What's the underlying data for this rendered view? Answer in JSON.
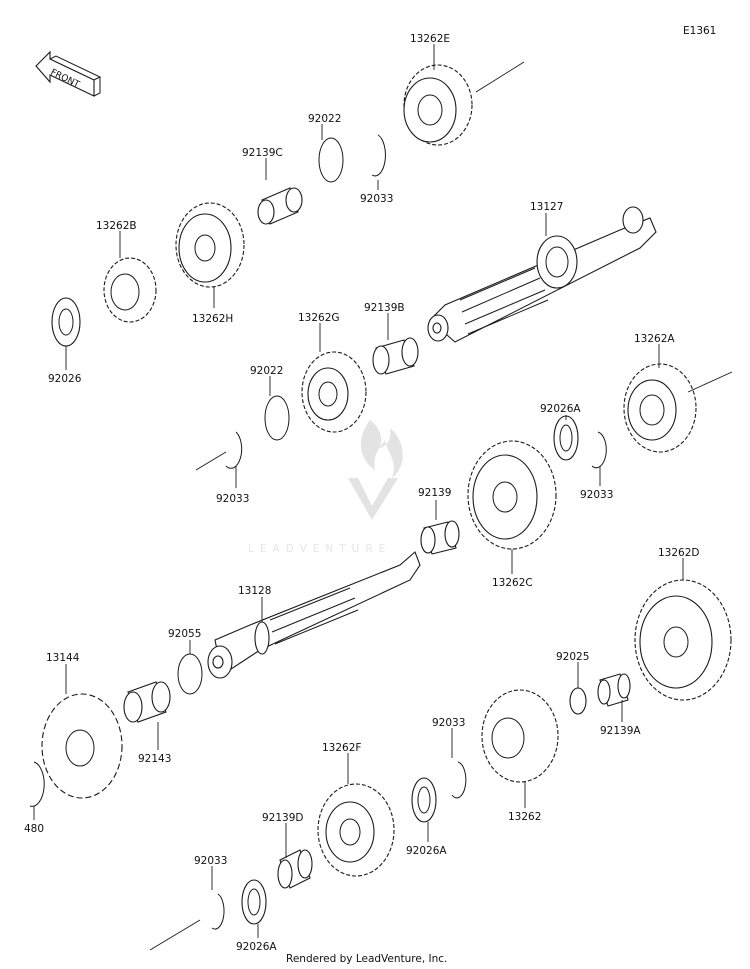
{
  "diagram_code": "E1361",
  "front_label": "FRONT",
  "watermark": "LEADVENTURE",
  "footer": "Rendered by LeadVenture, Inc.",
  "callouts": [
    "13262E",
    "92022",
    "92139C",
    "92033",
    "13262B",
    "13262H",
    "92026",
    "13127",
    "92139B",
    "13262G",
    "92022",
    "92033",
    "13262A",
    "92026A",
    "92033",
    "92139",
    "13262C",
    "13128",
    "92055",
    "13144",
    "92143",
    "480",
    "13262D",
    "92025",
    "92139A",
    "92033",
    "13262",
    "13262F",
    "92139D",
    "92026A",
    "92033",
    "92026A"
  ]
}
